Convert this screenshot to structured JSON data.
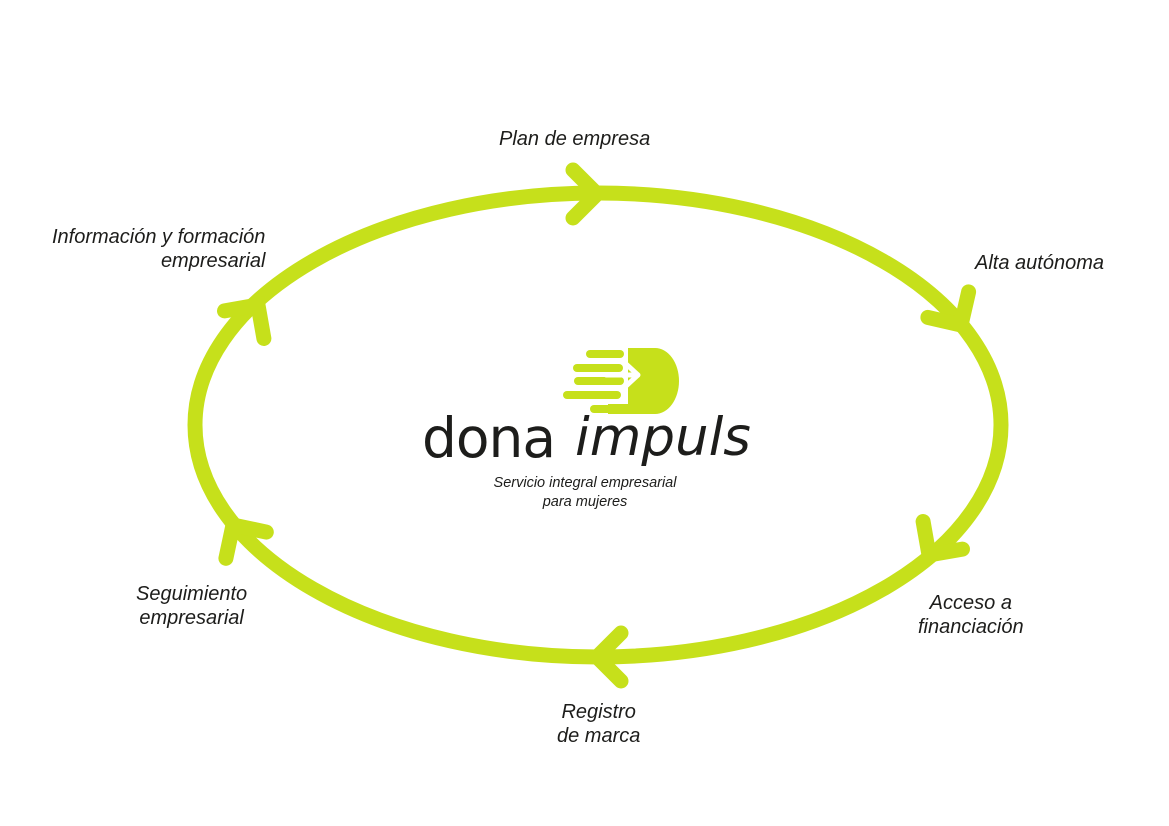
{
  "colors": {
    "accent": "#c6e01b",
    "text": "#1d1d1b",
    "background": "#ffffff"
  },
  "steps": [
    {
      "lines": [
        "Plan de empresa"
      ]
    },
    {
      "lines": [
        "Alta autónoma"
      ]
    },
    {
      "lines": [
        "Acceso a",
        "financiación"
      ]
    },
    {
      "lines": [
        "Registro",
        "de marca"
      ]
    },
    {
      "lines": [
        "Seguimiento",
        "empresarial"
      ]
    },
    {
      "lines": [
        "Información y formación",
        "empresarial"
      ]
    }
  ],
  "logo": {
    "word1": "dona",
    "word2": "impuls",
    "tagline_line1": "Servicio integral empresarial",
    "tagline_line2": "para mujeres"
  }
}
